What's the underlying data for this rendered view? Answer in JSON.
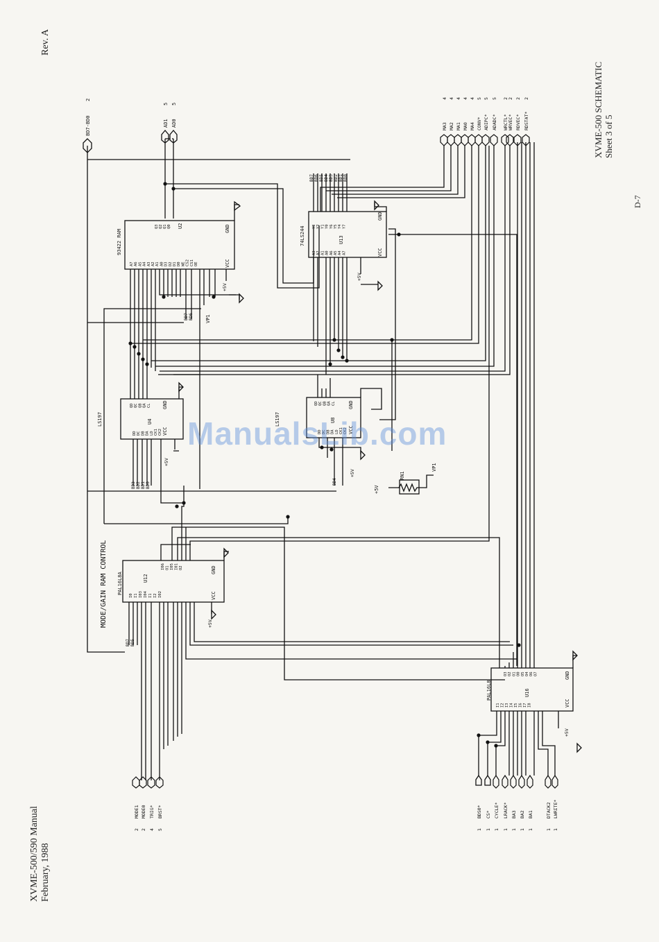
{
  "header": {
    "revision": "Rev. A",
    "manual_title": "XVME-500/590 Manual",
    "date": "February, 1988",
    "sheet_title": "XVME-500 SCHEMATIC",
    "sheet_number": "Sheet 3 of 5",
    "page_number": "D-7"
  },
  "diagram_title": "MODE/GAIN RAM CONTROL",
  "watermark": "ManualsLib.com",
  "chips": {
    "u2": {
      "ref": "U2",
      "part": "93422 RAM",
      "vcc": "VCC",
      "gnd": "GND",
      "pins_left": [
        "A7",
        "A6",
        "A5",
        "A4",
        "A3",
        "A2",
        "A1",
        "A0",
        "D3",
        "D2",
        "D1",
        "D0",
        "WE",
        "CS2",
        "CS1",
        "OE"
      ],
      "pins_right": [
        "Q3",
        "Q2",
        "Q1",
        "Q0"
      ]
    },
    "u13": {
      "ref": "U13",
      "part": "74LS244",
      "vcc": "VCC",
      "gnd": "GND",
      "pins_left": [
        "A3",
        "A2",
        "A1",
        "A0",
        "A6",
        "A5",
        "A4",
        "A7"
      ],
      "pins_right": [
        "Y3",
        "Y2",
        "Y1",
        "Y0",
        "Y6",
        "Y5",
        "Y4",
        "Y7"
      ],
      "enables": [
        "2G",
        "1G"
      ]
    },
    "u4": {
      "ref": "U4",
      "part": "LS197",
      "vcc": "VCC",
      "gnd": "GND",
      "pins_top": [
        "QD",
        "QC",
        "QB",
        "QA",
        "CL"
      ],
      "pins_bottom": [
        "DD",
        "DC",
        "DB",
        "DA",
        "LD",
        "CK1",
        "CK2"
      ]
    },
    "u8": {
      "ref": "U8",
      "part": "LS197",
      "vcc": "VCC",
      "gnd": "GND",
      "pins_top": [
        "QD",
        "QC",
        "QB",
        "QA",
        "CL"
      ],
      "pins_bottom": [
        "DD",
        "DC",
        "DB",
        "DA",
        "LD",
        "CK1",
        "CK2"
      ]
    },
    "u12": {
      "ref": "U12",
      "part": "PAL16L8A",
      "vcc": "VCC",
      "gnd": "GND",
      "pins_left": [
        "I0",
        "I1",
        "I03",
        "I04",
        "I1",
        "I2",
        "I02"
      ],
      "pins_right": [
        "I06",
        "O1",
        "I05",
        "I01",
        "O2"
      ]
    },
    "u16": {
      "ref": "U16",
      "part": "PAL16L8",
      "vcc": "VCC",
      "gnd": "GND",
      "pins_top": [
        "O3",
        "O2",
        "O1",
        "O0",
        "O5",
        "O4",
        "O6",
        "O7"
      ],
      "pins_bottom": [
        "I1",
        "I2",
        "I3",
        "I4",
        "I5",
        "I6",
        "I7",
        "I8"
      ]
    }
  },
  "resistor": {
    "ref": "RN1",
    "left": "+5V",
    "right": "VP1"
  },
  "power_labels": [
    "+5V",
    "GND"
  ],
  "nets": {
    "bus_top": {
      "label": "BD7-BD0",
      "sheet": "2"
    },
    "top_right": [
      {
        "label": "AD1",
        "sheet": "5"
      },
      {
        "label": "AD0",
        "sheet": "5"
      }
    ],
    "right_side": [
      {
        "label": "MA3",
        "sheet": "4"
      },
      {
        "label": "MA2",
        "sheet": "4"
      },
      {
        "label": "MA1",
        "sheet": "4"
      },
      {
        "label": "MA0",
        "sheet": "4"
      },
      {
        "label": "MA4",
        "sheet": "4"
      },
      {
        "label": "CONV*",
        "sheet": "5"
      },
      {
        "label": "ADIPC*",
        "sheet": "5"
      },
      {
        "label": "ADADC*",
        "sheet": "5"
      },
      {
        "label": "WRCTL*",
        "sheet": "2"
      },
      {
        "label": "WRVEC*",
        "sheet": "2"
      },
      {
        "label": "RDVEC*",
        "sheet": "2"
      },
      {
        "label": "RDSTAT*",
        "sheet": "2"
      }
    ],
    "bottom_left": [
      {
        "label": "MODE1",
        "sheet": "2"
      },
      {
        "label": "MODE0",
        "sheet": "2"
      },
      {
        "label": "TRIG*",
        "sheet": "4"
      },
      {
        "label": "BRST*",
        "sheet": "5"
      }
    ],
    "bottom_right": [
      {
        "label": "BDS0*",
        "sheet": "1"
      },
      {
        "label": "CS*",
        "sheet": "1"
      },
      {
        "label": "CYCLE*",
        "sheet": "1"
      },
      {
        "label": "LRACK*",
        "sheet": "1"
      },
      {
        "label": "BA3",
        "sheet": "1"
      },
      {
        "label": "BA2",
        "sheet": "1"
      },
      {
        "label": "BA1",
        "sheet": "1"
      },
      {
        "label": "DTACK2",
        "sheet": "1"
      },
      {
        "label": "LWRITE*",
        "sheet": "1"
      }
    ],
    "bd_labels": [
      "BD7",
      "BD6",
      "BD5",
      "BD4",
      "BD3",
      "BD2",
      "BD1",
      "BD0"
    ],
    "vp1": "VP1"
  }
}
